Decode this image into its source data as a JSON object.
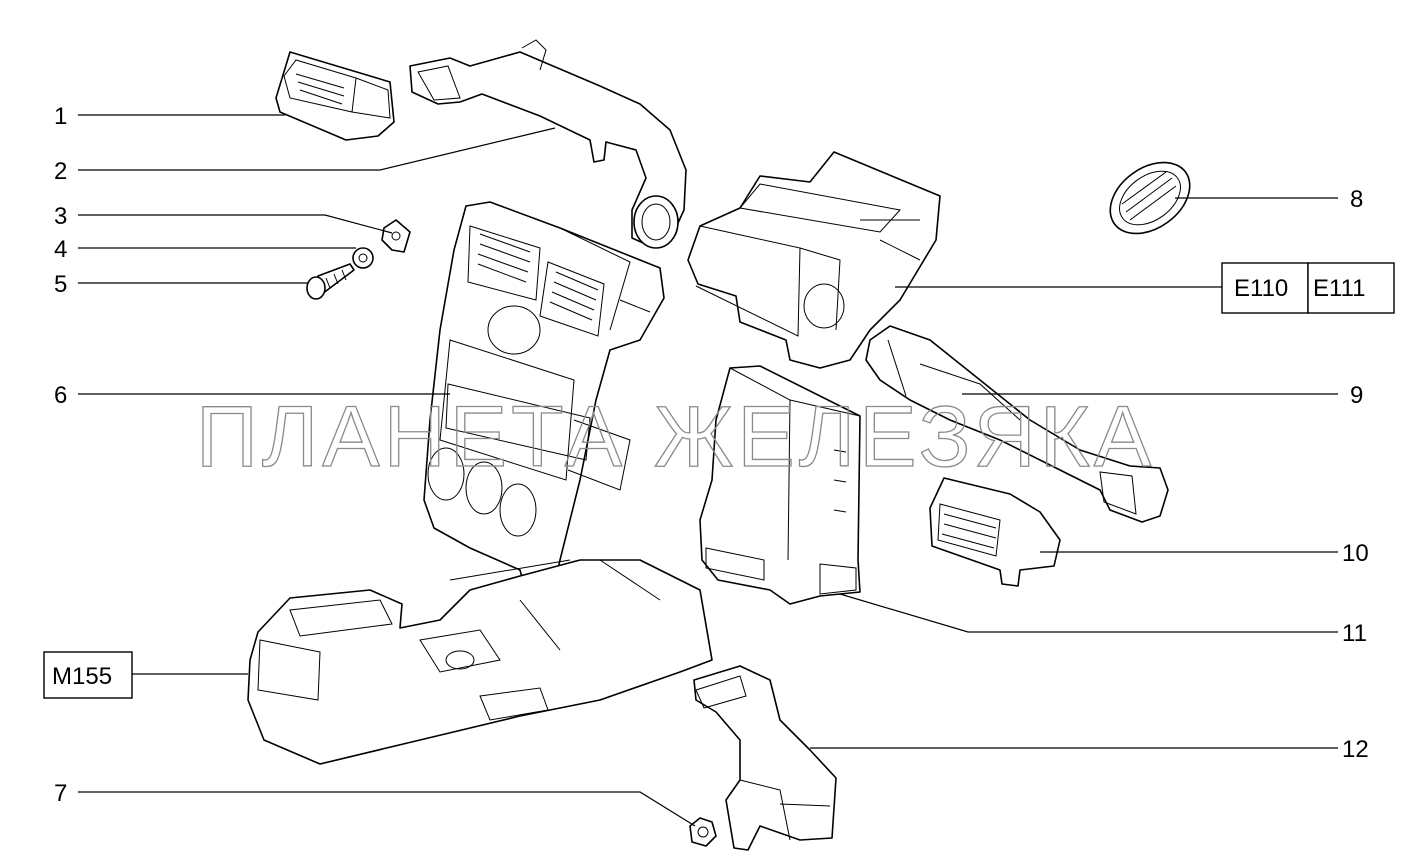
{
  "callouts": {
    "c1": "1",
    "c2": "2",
    "c3": "3",
    "c4": "4",
    "c5": "5",
    "c6": "6",
    "c7": "7",
    "c8": "8",
    "c9": "9",
    "c10": "10",
    "c11": "11",
    "c12": "12"
  },
  "refs": {
    "e110": "E110",
    "e111": "E111",
    "m155": "M155"
  },
  "watermark": "ПЛАНЕТА ЖЕЛЕЗЯКА"
}
